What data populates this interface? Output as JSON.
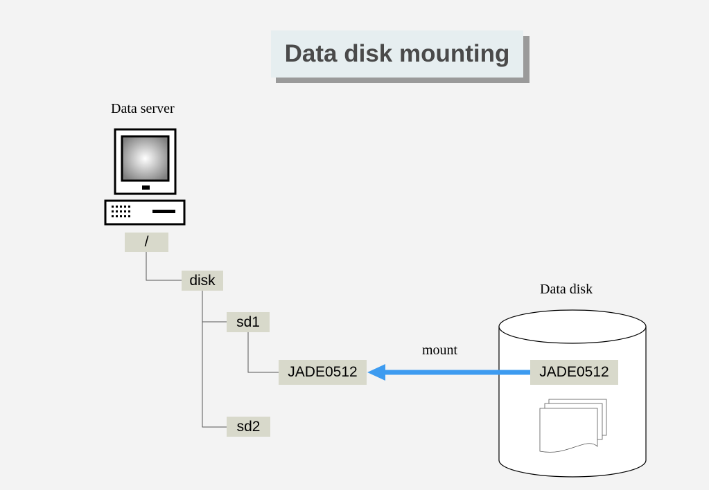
{
  "title": "Data disk mounting",
  "server": {
    "label": "Data server"
  },
  "disk": {
    "label": "Data disk"
  },
  "edge": {
    "label": "mount",
    "color": "#3d9bf0"
  },
  "tree": {
    "root": "/",
    "disk": "disk",
    "sd1": "sd1",
    "sd2": "sd2",
    "mountpoint": "JADE0512"
  },
  "volume": {
    "label": "JADE0512"
  },
  "icons": [
    "computer-icon",
    "cylinder-icon",
    "documents-icon"
  ]
}
